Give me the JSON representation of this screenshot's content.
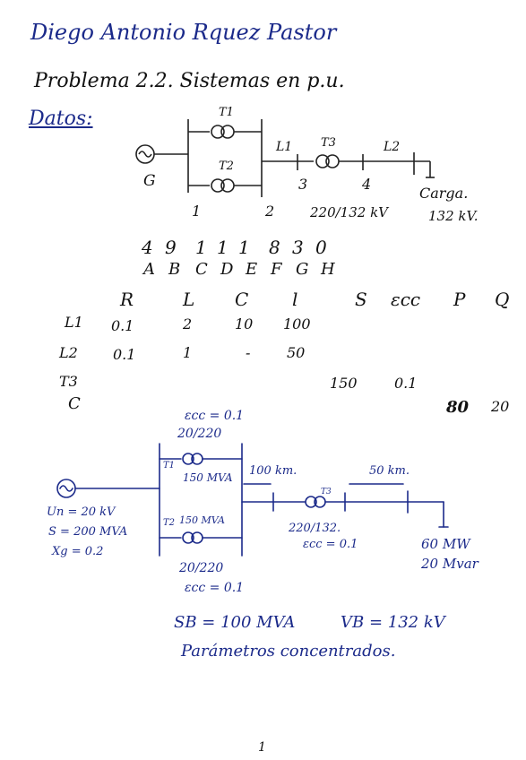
{
  "header": {
    "author": "Diego Antonio Rquez Pastor",
    "problem_title": "Problema 2.2. Sistemas en p.u."
  },
  "datos_label": "Datos:",
  "diagram1": {
    "t1": "T1",
    "t2": "T2",
    "t3": "T3",
    "l1": "L1",
    "l2": "L2",
    "bus_g": "G",
    "bus_1": "1",
    "bus_2": "2",
    "bus_3": "3",
    "bus_4": "4",
    "t3_rating": "220/132 kV",
    "carga_label": "Carga.",
    "carga_voltage": "132 kV."
  },
  "dni": {
    "digits": [
      "4",
      "9",
      "1",
      "1",
      "1",
      "8",
      "3",
      "0"
    ],
    "letters": [
      "A",
      "B",
      "C",
      "D",
      "E",
      "F",
      "G",
      "H"
    ]
  },
  "table": {
    "headers": [
      "R",
      "L",
      "C",
      "l",
      "S",
      "εcc",
      "P",
      "Q"
    ],
    "rows": [
      {
        "name": "L1",
        "cells": [
          "0.1",
          "2",
          "10",
          "100",
          "",
          "",
          "",
          ""
        ]
      },
      {
        "name": "L2",
        "cells": [
          "0.1",
          "1",
          "-",
          "50",
          "",
          "",
          "",
          ""
        ]
      },
      {
        "name": "T3",
        "cells": [
          "",
          "",
          "",
          "",
          "150",
          "0.1",
          "",
          ""
        ]
      },
      {
        "name": "C",
        "cells": [
          "",
          "",
          "",
          "",
          "",
          "",
          "80",
          "20"
        ]
      }
    ]
  },
  "diagram2": {
    "t1_ecc": "εcc = 0.1",
    "t1_ratio": "20/220",
    "t1_power": "150 MVA",
    "t2_power": "150 MVA",
    "t2_ratio": "20/220",
    "t2_ecc": "εcc = 0.1",
    "l1_length": "100 km.",
    "l2_length": "50 km.",
    "t3_ratio": "220/132.",
    "t3_ecc": "εcc = 0.1",
    "t3_label": "T3",
    "t1_label": "T1",
    "t2_label": "T2",
    "gen_un": "Un = 20 kV",
    "gen_s": "S = 200 MVA",
    "gen_xg": "Xg = 0.2",
    "load_p": "60 MW",
    "load_q": "20 Mvar"
  },
  "base": {
    "sb": "SB = 100 MVA",
    "vb": "VB = 132 kV"
  },
  "note": "Parámetros concentrados.",
  "page_number": "1"
}
